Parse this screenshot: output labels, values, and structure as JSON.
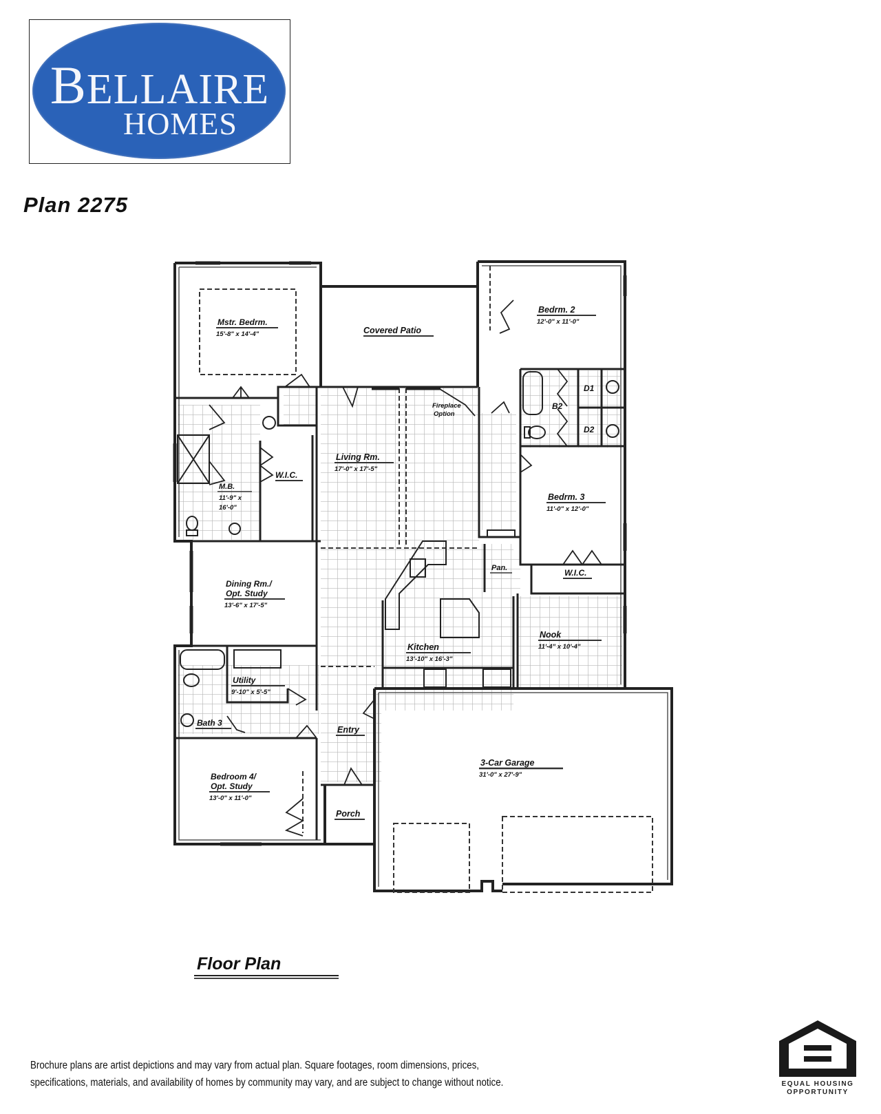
{
  "brand": {
    "name_line1": "BELLAIRE",
    "name_line1_cap": "B",
    "name_line1_rest": "ELLAIRE",
    "name_line2": "HOMES",
    "oval_color": "#2a62b8"
  },
  "plan_title": "Plan  2275",
  "floor_plan_caption": "Floor  Plan",
  "rooms": [
    {
      "id": "master-bedroom",
      "name": "Mstr. Bedrm.",
      "dims": "15'-8\" x 14'-4\""
    },
    {
      "id": "covered-patio",
      "name": "Covered Patio",
      "dims": ""
    },
    {
      "id": "bedroom-2",
      "name": "Bedrm. 2",
      "dims": "12'-0\" x 11'-0\""
    },
    {
      "id": "d1",
      "name": "D1",
      "dims": ""
    },
    {
      "id": "b2",
      "name": "B2",
      "dims": ""
    },
    {
      "id": "d2",
      "name": "D2",
      "dims": ""
    },
    {
      "id": "fireplace-option",
      "name": "Fireplace Option",
      "dims": ""
    },
    {
      "id": "living-room",
      "name": "Living Rm.",
      "dims": "17'-0\" x 17'-5\""
    },
    {
      "id": "master-wic",
      "name": "W.I.C.",
      "dims": ""
    },
    {
      "id": "master-bath",
      "name": "M.B.",
      "dims": "11'-9\" x 16'-0\""
    },
    {
      "id": "bedroom-3",
      "name": "Bedrm. 3",
      "dims": "11'-0\" x 12'-0\""
    },
    {
      "id": "pantry",
      "name": "Pan.",
      "dims": ""
    },
    {
      "id": "bedroom-3-wic",
      "name": "W.I.C.",
      "dims": ""
    },
    {
      "id": "dining-room",
      "name": "Dining Rm./ Opt. Study",
      "dims": "13'-6\" x 17'-5\""
    },
    {
      "id": "kitchen",
      "name": "Kitchen",
      "dims": "13'-10\" x 16'-3\""
    },
    {
      "id": "nook",
      "name": "Nook",
      "dims": "11'-4\" x 10'-4\""
    },
    {
      "id": "utility",
      "name": "Utility",
      "dims": "9'-10\" x 5'-5\""
    },
    {
      "id": "bath-3",
      "name": "Bath 3",
      "dims": ""
    },
    {
      "id": "entry",
      "name": "Entry",
      "dims": ""
    },
    {
      "id": "bedroom-4",
      "name": "Bedroom 4/ Opt. Study",
      "dims": "13'-0\" x 11'-0\""
    },
    {
      "id": "porch",
      "name": "Porch",
      "dims": ""
    },
    {
      "id": "garage",
      "name": "3-Car Garage",
      "dims": "31'-0\" x 27'-9\""
    }
  ],
  "labels": {
    "mstr_name": "Mstr. Bedrm.",
    "mstr_dims": "15'-8\" x 14'-4\"",
    "patio_name": "Covered Patio",
    "bed2_name": "Bedrm. 2",
    "bed2_dims": "12'-0\" x 11'-0\"",
    "d1": "D1",
    "b2": "B2",
    "d2": "D2",
    "fireplace_1": "Fireplace",
    "fireplace_2": "Option",
    "living_name": "Living Rm.",
    "living_dims": "17'-0\" x 17'-5\"",
    "mwic_name": "W.I.C.",
    "mb_name": "M.B.",
    "mb_dims_1": "11'-9\" x",
    "mb_dims_2": "16'-0\"",
    "bed3_name": "Bedrm. 3",
    "bed3_dims": "11'-0\" x 12'-0\"",
    "pan_name": "Pan.",
    "wic3_name": "W.I.C.",
    "dining_name_1": "Dining Rm./",
    "dining_name_2": "Opt. Study",
    "dining_dims": "13'-6\" x 17'-5\"",
    "kitchen_name": "Kitchen",
    "kitchen_dims": "13'-10\" x 16'-3\"",
    "nook_name": "Nook",
    "nook_dims": "11'-4\" x 10'-4\"",
    "utility_name": "Utility",
    "utility_dims": "9'-10\" x 5'-5\"",
    "bath3_name": "Bath 3",
    "entry_name": "Entry",
    "bed4_name_1": "Bedroom 4/",
    "bed4_name_2": "Opt. Study",
    "bed4_dims": "13'-0\" x 11'-0\"",
    "porch_name": "Porch",
    "garage_name": "3-Car Garage",
    "garage_dims": "31'-0\" x 27'-9\""
  },
  "disclaimer": {
    "line1": "Brochure plans are artist depictions and may vary from actual plan.  Square footages, room dimensions, prices,",
    "line2": "specifications, materials, and availability of homes by community may vary, and are subject to change without notice."
  },
  "equal_housing": {
    "line1": "EQUAL HOUSING",
    "line2": "OPPORTUNITY"
  }
}
